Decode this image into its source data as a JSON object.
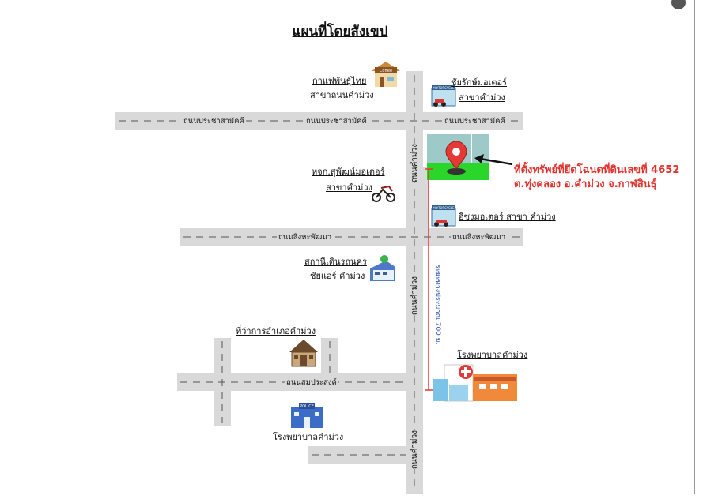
{
  "title": "แผนที่โดยสังเขป",
  "target": {
    "line1": "ที่ตั้งทรัพย์ที่ยึดโฉนดที่ดินเลขที่ 4652",
    "line2": "ต.ทุ่งคลอง อ.คำม่วง จ.กาฬสินธุ์",
    "color": "#e0322d"
  },
  "roads": {
    "r1_left": "ถนนประชาสามัคคี",
    "r1_mid": "ถนนประชาสามัคคี",
    "r1_right": "ถนนประชาสามัคคี",
    "r2_left": "ถนนสิงหะพัฒนา",
    "r2_right": "ถนนสิงหะพัฒนา",
    "r3": "ถนนสมประสงค์",
    "v1": "ถนนคำม่วง",
    "v2": "ถนนคำม่วง",
    "v3": "ถนนคำม่วง"
  },
  "distance": "ระยะทางประมาณ 700 ม.",
  "places": {
    "coffee_1": "กาแฟพันธุ์ไทย",
    "coffee_2": "สาขาถนนคำม่วง",
    "moto1_1": "ชัยรักษ์มอเตอร์",
    "moto1_2": "สาขาคำม่วง",
    "moto2_1": "หจก.สุพัฒน์มอเตอร์",
    "moto2_2": "สาขาคำม่วง",
    "moto3": "อีซงมอเตอร์ สาขา คำม่วง",
    "bus_1": "สถานีเดินรถนคร",
    "bus_2": "ชัยแอร์ คำม่วง",
    "district": "ที่ว่าการอำเภอคำม่วง",
    "hospital": "โรงพยาบาลคำม่วง",
    "police": "โรงพยาบาลคำม่วง",
    "police_sign": "POLICE",
    "coffee_sign": "Coffee",
    "moto_sign1": "MOTORCYCLE",
    "moto_sign2": "MOTORCYCLE"
  },
  "colors": {
    "road": "#d9d9d9",
    "dash": "#555555",
    "pin": "#e53935",
    "land": "#2bd62b",
    "distance_line": "#e53935"
  }
}
